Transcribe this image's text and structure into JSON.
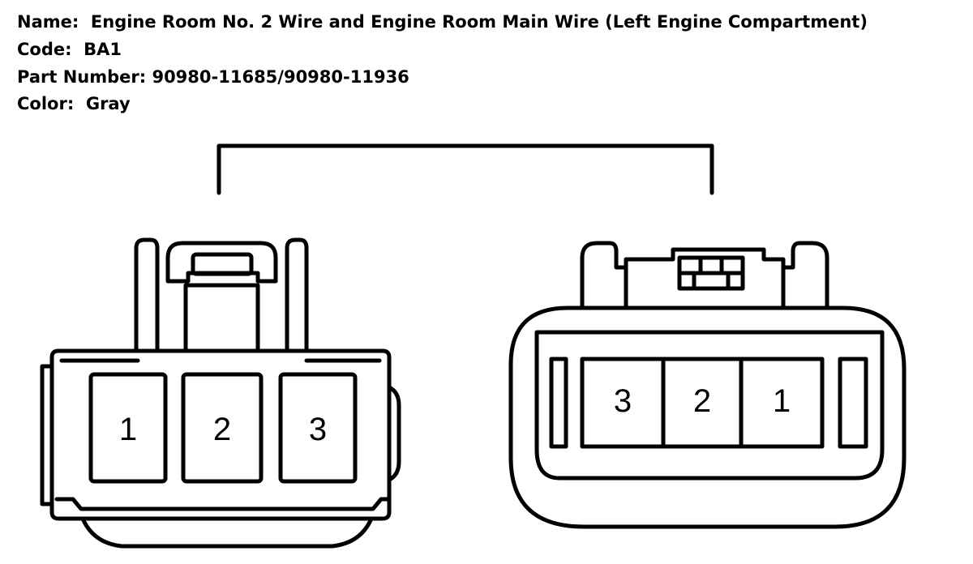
{
  "header": {
    "name_label": "Name:",
    "name_value": "Engine Room No. 2 Wire and Engine Room Main Wire (Left Engine Compartment)",
    "code_label": "Code:",
    "code_value": "BA1",
    "part_label": "Part Number:",
    "part_value": "90980-11685/90980-11936",
    "color_label": "Color:",
    "color_value": "Gray"
  },
  "left_connector": {
    "pins": [
      "1",
      "2",
      "3"
    ]
  },
  "right_connector": {
    "pins": [
      "3",
      "2",
      "1"
    ]
  }
}
